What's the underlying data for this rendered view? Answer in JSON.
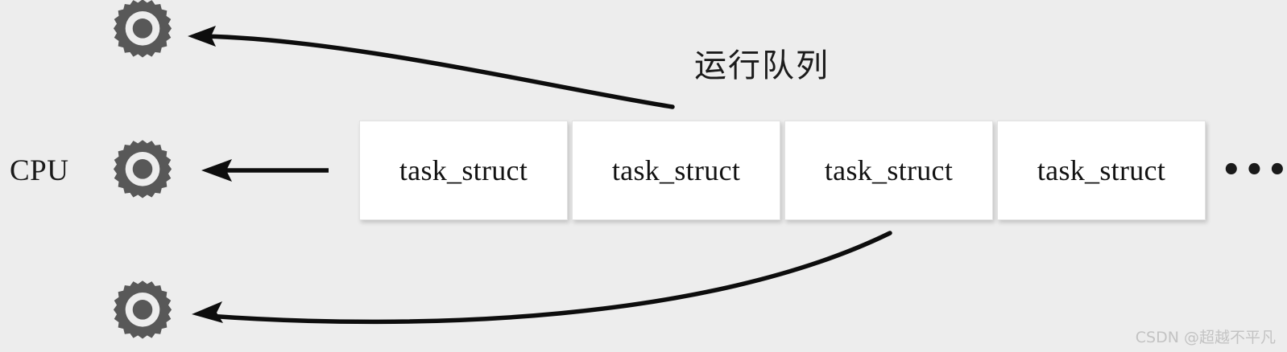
{
  "background_color": "#ededed",
  "diagram": {
    "title": "运行队列",
    "cpu_label": "CPU",
    "ellipsis": "•••",
    "cpus": [
      {
        "name": "cpu-gear-top",
        "icon": "gear-icon"
      },
      {
        "name": "cpu-gear-middle",
        "icon": "gear-icon"
      },
      {
        "name": "cpu-gear-bottom",
        "icon": "gear-icon"
      }
    ],
    "queue_boxes": [
      {
        "label": "task_struct"
      },
      {
        "label": "task_struct"
      },
      {
        "label": "task_struct"
      },
      {
        "label": "task_struct"
      }
    ],
    "arrows": [
      {
        "name": "arrow-queue-to-cpu-top",
        "style": "curved",
        "direction": "left"
      },
      {
        "name": "arrow-queue-to-cpu-middle",
        "style": "straight",
        "direction": "left"
      },
      {
        "name": "arrow-queue-to-cpu-bottom",
        "style": "curved",
        "direction": "left"
      }
    ],
    "colors": {
      "gear": "#585858",
      "box_fill": "#ffffff",
      "box_border": "#e2e2e2",
      "text": "#121212",
      "arrow": "#000000",
      "watermark": "#c3c3c3"
    }
  },
  "watermark": "CSDN @超越不平凡"
}
